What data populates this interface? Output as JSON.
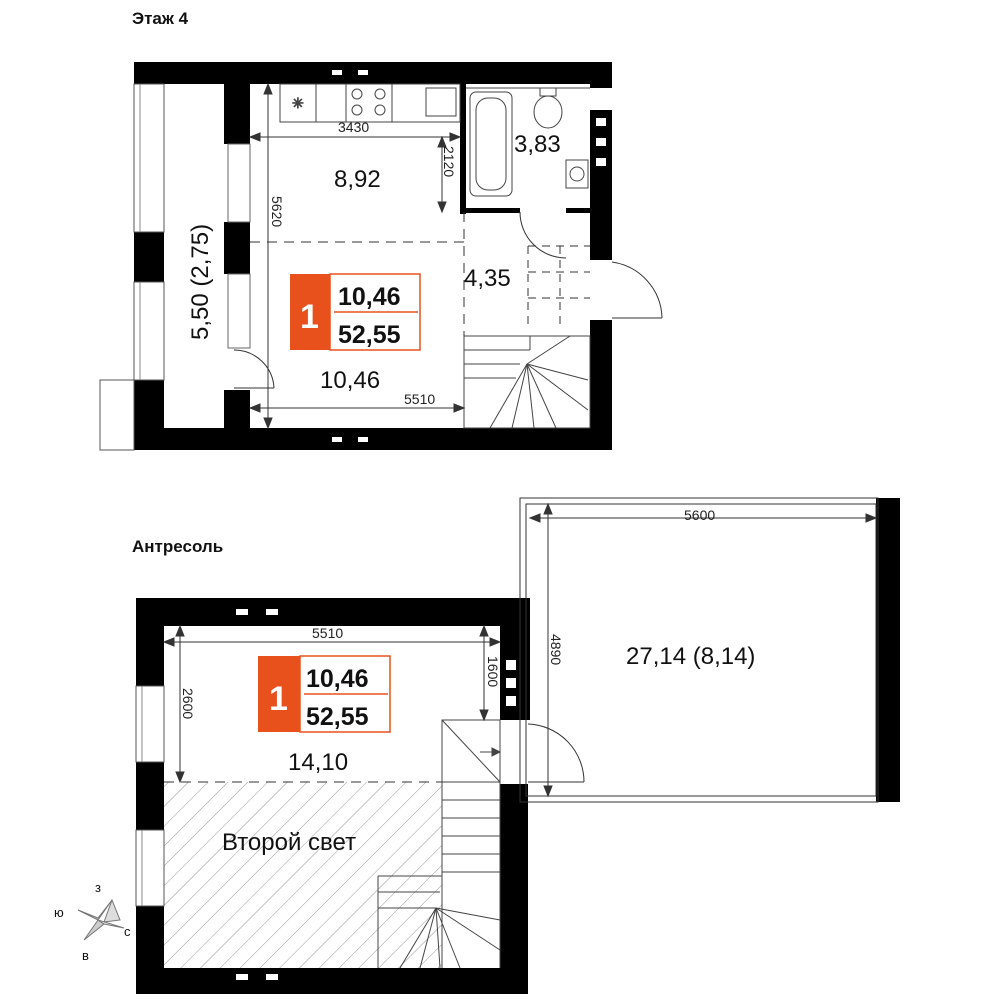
{
  "floor4": {
    "title": "Этаж 4",
    "dims": {
      "kitchen_width": "3430",
      "kitchen_depth": "2120",
      "room_length": "5620",
      "room_width": "5510"
    },
    "areas": {
      "kitchen": "8,92",
      "bathroom": "3,83",
      "hall": "4,35",
      "room": "10,46",
      "balcony": "5,50 (2,75)"
    },
    "badge": {
      "rooms": "1",
      "living": "10,46",
      "total": "52,55"
    }
  },
  "mezzanine": {
    "title": "Антресоль",
    "dims": {
      "width": "5510",
      "height_left": "2600",
      "height_right": "1600",
      "terrace_width": "5600",
      "terrace_depth": "4890"
    },
    "areas": {
      "room": "14,10",
      "terrace": "27,14 (8,14)",
      "second_light": "Второй свет"
    },
    "badge": {
      "rooms": "1",
      "living": "10,46",
      "total": "52,55"
    }
  },
  "compass": {
    "north": "з",
    "west": "ю",
    "east": "с",
    "south": "в"
  },
  "colors": {
    "wall": "#000000",
    "badge": "#e8501c",
    "badge_border": "#e8501c",
    "line": "#333333"
  }
}
